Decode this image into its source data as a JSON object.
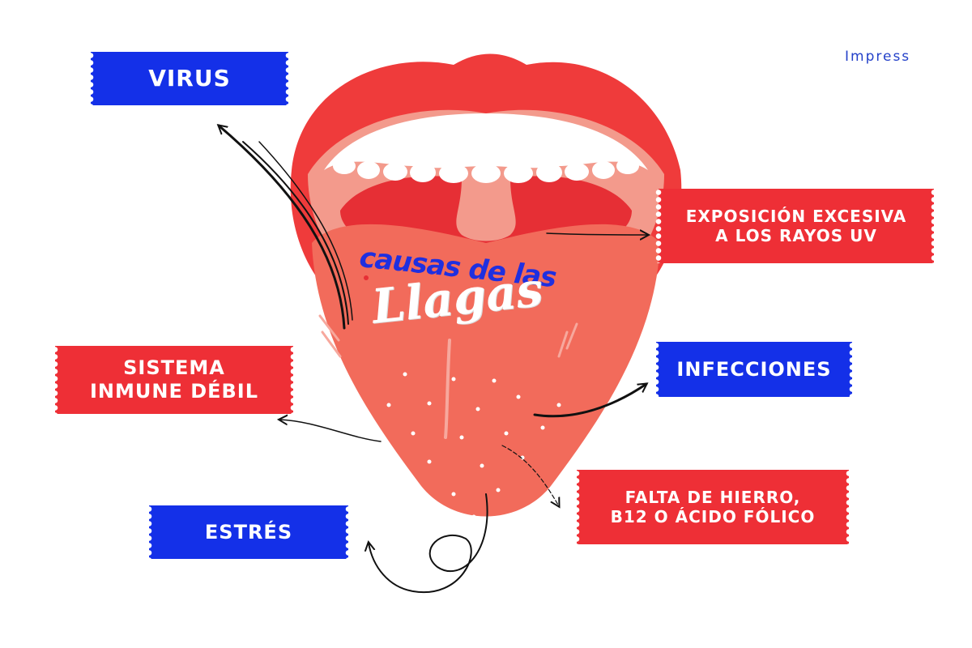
{
  "brand": "Impress",
  "title": {
    "line1": "causas de las",
    "line2": "Llagas"
  },
  "labels": {
    "virus": "VIRUS",
    "uv_line1": "EXPOSICIÓN EXCESIVA",
    "uv_line2": "A LOS RAYOS UV",
    "inmune_line1": "SISTEMA",
    "inmune_line2": "INMUNE DÉBIL",
    "infecciones": "INFECCIONES",
    "estres": "ESTRÉS",
    "hierro_line1": "FALTA DE HIERRO,",
    "hierro_line2": "B12 O ÁCIDO FÓLICO"
  },
  "colors": {
    "blue_label": "#1430e8",
    "red_label": "#ee2f36",
    "lips": "#ef3b3b",
    "tongue": "#f26b5b",
    "throat": "#e62f35",
    "teeth": "#ffffff"
  }
}
